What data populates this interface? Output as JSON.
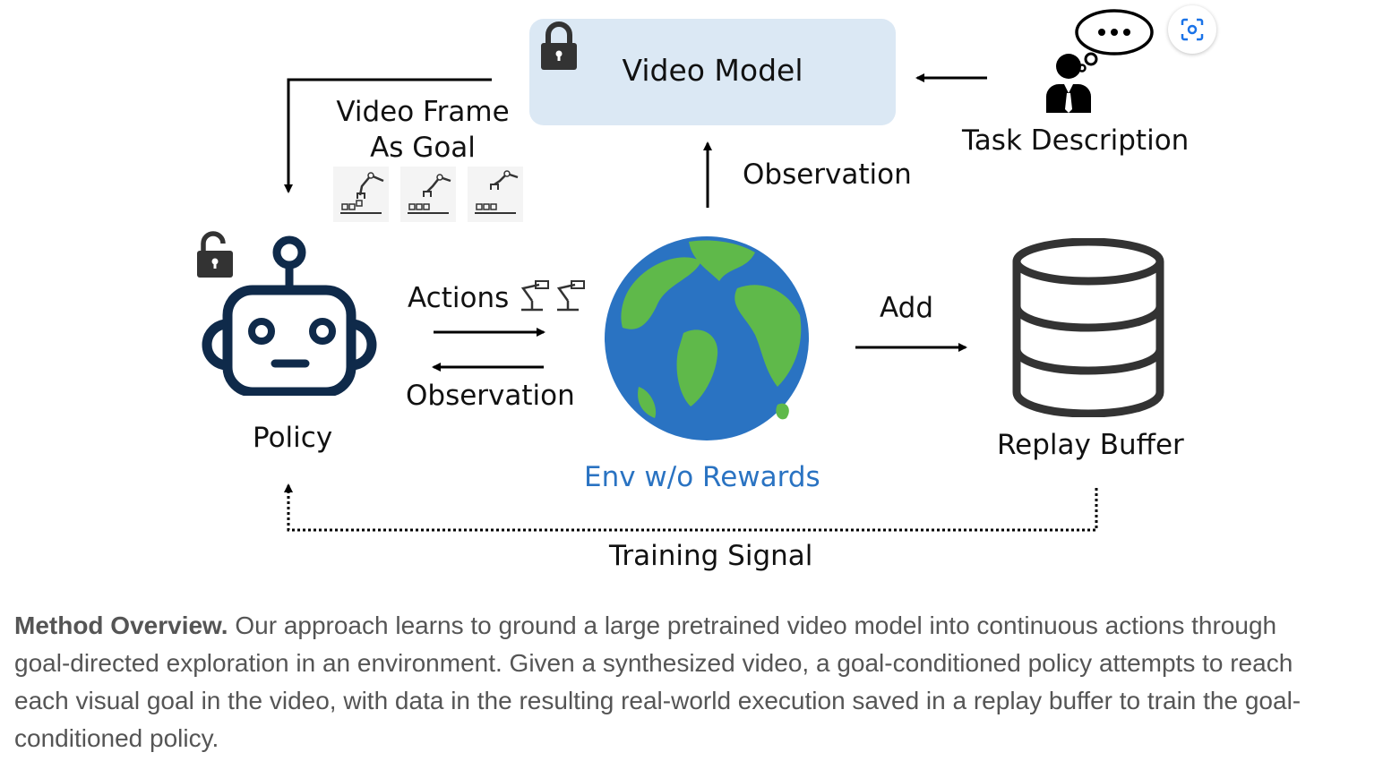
{
  "diagram": {
    "video_model": "Video Model",
    "task_description": "Task Description",
    "video_frame_goal_line1": "Video Frame",
    "video_frame_goal_line2": "As Goal",
    "observation_top": "Observation",
    "policy": "Policy",
    "actions": "Actions",
    "observation_mid": "Observation",
    "env": "Env w/o Rewards",
    "add": "Add",
    "replay_buffer": "Replay Buffer",
    "training_signal": "Training Signal"
  },
  "icons": {
    "lens": "visual-search-icon",
    "video_lock": "lock-closed-icon",
    "policy_lock": "lock-open-icon",
    "robot": "robot-face-icon",
    "earth": "earth-globe-icon",
    "database": "database-icon",
    "person": "person-thinking-icon",
    "robot_arm": "robot-arm-icon"
  },
  "colors": {
    "env_label": "#2a73c2",
    "video_box": "#dbe8f4",
    "robot": "#0f2a4a",
    "ocean": "#2a73c2",
    "land": "#5fb94a"
  },
  "caption": {
    "bold": "Method Overview.",
    "line1": " Our approach learns to ground a large pretrained video model into continuous actions through",
    "line2": "goal-directed exploration in an environment. Given a synthesized video, a goal-conditioned policy attempts to reach",
    "line3": "each visual goal in the video, with data in the resulting real-world execution saved in a replay buffer to train the goal-",
    "line4": "conditioned policy."
  }
}
